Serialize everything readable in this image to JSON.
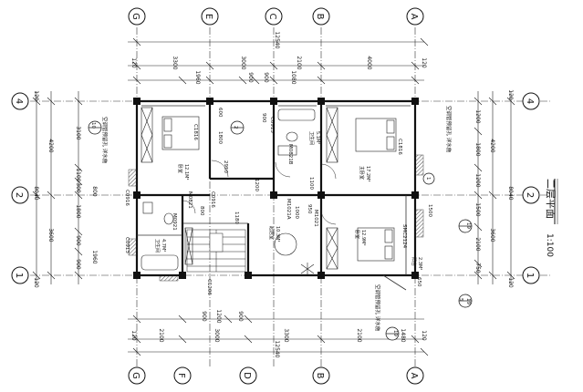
{
  "axes": {
    "vertical": [
      "G",
      "E",
      "C",
      "B",
      "A"
    ],
    "vertical_bottom": [
      "G",
      "F",
      "D",
      "B",
      "A"
    ],
    "horizontal": [
      "4",
      "2",
      "1"
    ]
  },
  "title": {
    "main": "二层平面",
    "scale": "1:100"
  },
  "dims": {
    "top_total": "12540",
    "top_120_left": "120",
    "top_120_right": "120",
    "top_seg_3300": "3300",
    "top_seg_2100": "2100",
    "top_seg_4000": "4000",
    "top_sub_3000": "3000",
    "top_sub_900": "900",
    "top_sub_1960": "1960",
    "top_sub_900b": "900",
    "top_sub_1080": "1080",
    "bot_total": "12540",
    "bot_120_left": "120",
    "bot_120_right": "120",
    "bot_seg_2100": "2100",
    "bot_seg_3000": "3000",
    "bot_seg_3300": "3300",
    "bot_seg_2100b": "2100",
    "bot_seg_1480": "1480",
    "bot_sub_900": "900",
    "bot_sub_1200": "1200",
    "bot_sub_900b": "900",
    "left_total": "8040",
    "left_4200": "4200",
    "left_3600": "3600",
    "left_120_top": "120",
    "left_120_bot": "120",
    "left_3100": "3100",
    "left_300": "300",
    "left_800": "800",
    "left_1800": "1800",
    "left_900": "900",
    "left_1960": "1960",
    "left_900b": "900",
    "left_1100": "1100",
    "right_total": "8040",
    "right_4200": "4200",
    "right_3600": "3600",
    "right_120_top": "120",
    "right_120_bot": "120",
    "right_1200": "1200",
    "right_1800": "1800",
    "right_1200b": "1200",
    "right_1500": "1500",
    "right_2100": "2100",
    "right_750": "750"
  },
  "rooms": {
    "bedroom1": "卧室",
    "bedroom1_area": "12.1M²",
    "bedroom2": "卧室",
    "bedroom2_area": "12.9M²",
    "master_bed": "主卧室",
    "master_bed_area": "17.2M²",
    "bath1": "卫生间",
    "bath1_area": "5.1M²",
    "bath2": "卫生间",
    "bath2_area": "4.7M²",
    "living": "起居室",
    "living_area": "10.3M²",
    "balcony": "阳台",
    "balcony_area": "2.3M²"
  },
  "labels": {
    "door_c1816_a": "C1816",
    "door_c1816_b": "C1816",
    "door_m0821_a": "M0821B",
    "door_m0821_b": "M1021A",
    "door_m0821_c": "M0821",
    "door_c0916_a": "C0916",
    "door_c0913_a": "C0913",
    "door_c0913_b": "C0913",
    "door_c0916_b": "C0916",
    "door_m1021": "M1021",
    "door_smc": "SMC2124",
    "door_c1206": "C1206",
    "door_m0921": "M0921",
    "ac_note_1": "空调管预留孔 详水施",
    "ac_note_2": "空调管预留孔 详水施",
    "ac_note_3": "空调管预留孔 详水施",
    "ref_19_a": "19",
    "ref_10_a": "10",
    "ref_19_b": "19",
    "ref_5": "5",
    "ref_19_c": "19",
    "ref_2": "2",
    "ref_1": "1",
    "small_2950": "2950",
    "small_1800": "1800",
    "small_1200": "1200",
    "small_900": "900",
    "small_600": "600",
    "small_1180": "1180",
    "small_1100": "1100",
    "small_800": "800",
    "small_1000": "1000",
    "small_950": "950",
    "small_650": "650",
    "small_1500": "1500"
  }
}
